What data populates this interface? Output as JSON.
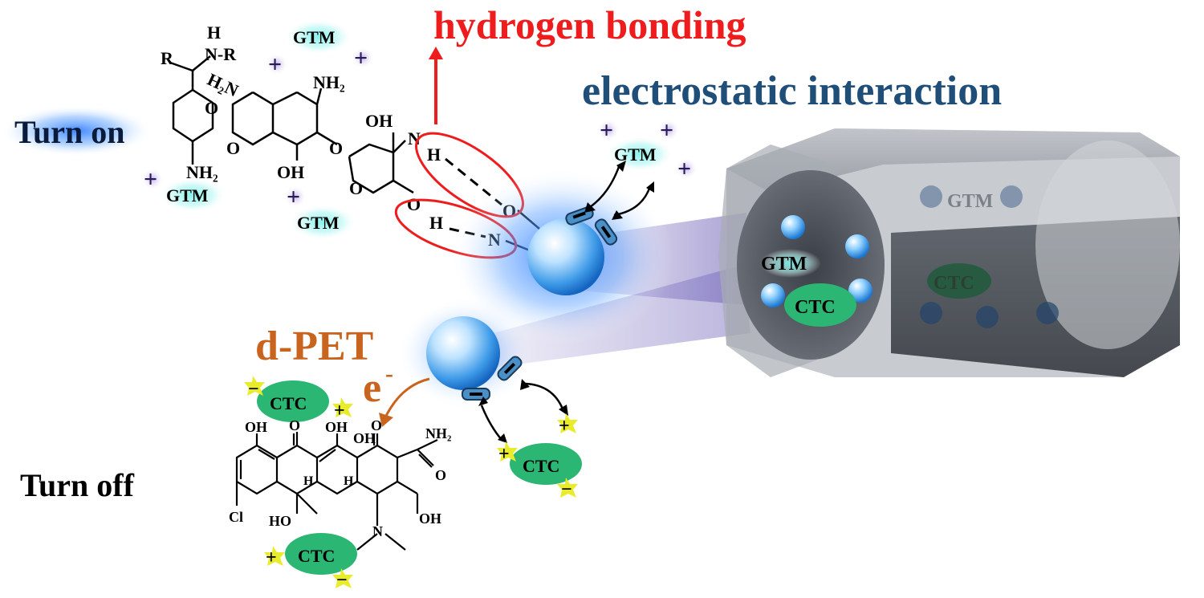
{
  "labels": {
    "hydrogen_bonding": "hydrogen bonding",
    "electrostatic_interaction": "electrostatic interaction",
    "turn_on": "Turn on",
    "turn_off": "Turn off",
    "d_pet": "d-PET",
    "electron": "e",
    "electron_superscript": "-"
  },
  "analytes": {
    "gtm": "GTM",
    "ctc": "CTC"
  },
  "gentamicin_structure": {
    "r_left": "R",
    "nh_r": "N-R",
    "h_top": "H",
    "h2n": "H₂N",
    "nh2_ring": "NH₂",
    "oh_top": "OH",
    "oh_mid": "OH",
    "o1": "O",
    "o2": "O",
    "o3": "O",
    "o4": "O",
    "nh2_left": "NH₂",
    "n_hbond": "N",
    "h_hbond": "H",
    "o_hbond": "O",
    "h_hbond2": "H"
  },
  "probe_hbond_atoms": {
    "o_acceptor": "O",
    "n_acceptor": "N"
  },
  "ctc_structure": {
    "oh1": "OH",
    "oh2": "OH",
    "oh3": "OH",
    "oh4": "OH",
    "o_keto1": "O",
    "o_keto2": "O",
    "amide_o": "O",
    "nh2": "NH₂",
    "h1": "H",
    "h2": "H",
    "ho": "HO",
    "n": "N",
    "cl": "Cl"
  },
  "charges": {
    "plus": "+",
    "minus": "−"
  },
  "colors": {
    "hydrogen_bonding": "#ee1c1c",
    "electrostatic": "#1f4e79",
    "d_pet": "#c8641e",
    "ctc_blob": "#2bb673",
    "gtm_glow": "#7ff0ea",
    "turn_on_glow": "#2b8cff",
    "particle": "#1e88e5",
    "star_yellow": "#e8ec2a",
    "tube": "#4a4f57"
  }
}
